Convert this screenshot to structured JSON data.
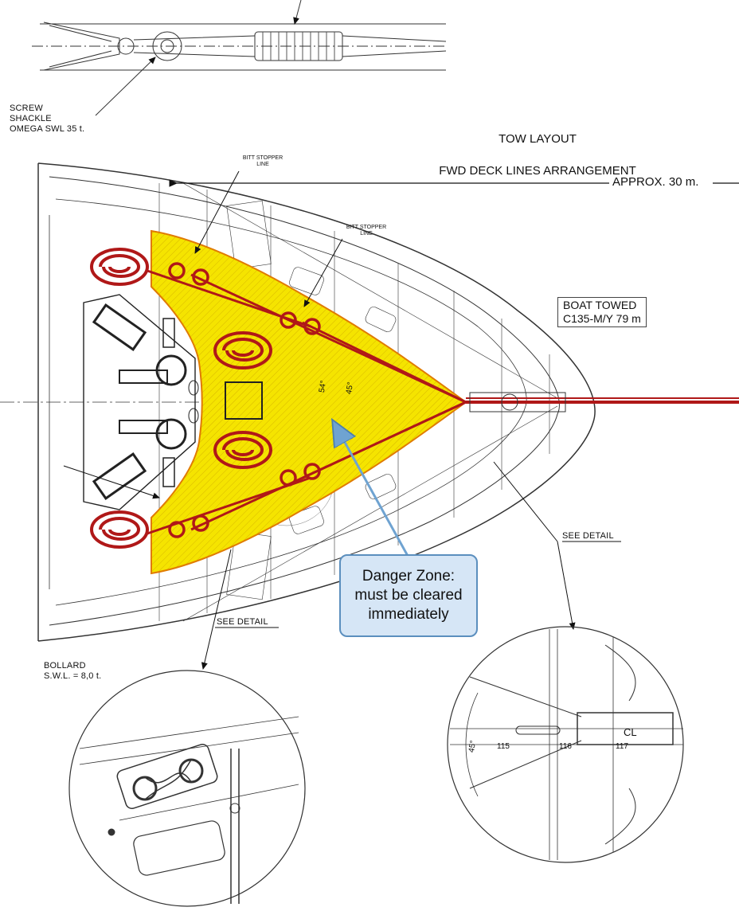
{
  "labels": {
    "screw_shackle": "SCREW\nSHACKLE\nOMEGA SWL 35 t.",
    "title_line1": "TOW LAYOUT",
    "title_line2": "FWD DECK LINES ARRANGEMENT",
    "approx": "APPROX. 30 m.",
    "bitt_stopper_1": "BITT STOPPER\nLINE",
    "bitt_stopper_2": "BITT STOPPER\nLINE",
    "boat_towed": "BOAT TOWED\nC135-M/Y 79 m",
    "see_detail_left": "SEE DETAIL",
    "see_detail_right": "SEE DETAIL",
    "bollard": "BOLLARD\nS.W.L. = 8,0  t.",
    "danger_zone": "Danger Zone:\nmust be cleared\nimmediately",
    "detail_115": "115",
    "detail_116": "116",
    "detail_117": "117",
    "detail_cl": "CL",
    "detail_45": "45°",
    "angle_54": "54°",
    "angle_45": "45°"
  },
  "colors": {
    "danger_zone_fill": "#f5e400",
    "danger_zone_edge": "#e07b00",
    "tow_line": "#b01818",
    "callout_fill": "#d6e6f6",
    "callout_border": "#5b8fbe",
    "arrow": "#5b8fbe"
  },
  "icons": {
    "coiled_lines": "coiled-rope-icon",
    "bollards": "bollard-icon",
    "winches": "winch-icon"
  }
}
